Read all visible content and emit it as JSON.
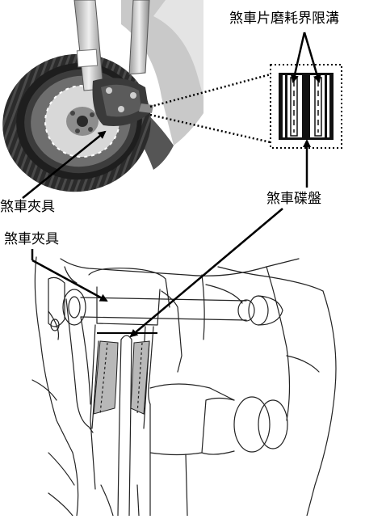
{
  "labels": {
    "pad_wear_groove": "煞車片磨耗界限溝",
    "brake_caliper_top": "煞車夾具",
    "brake_disc": "煞車碟盤",
    "brake_caliper_bottom": "煞車夾具"
  },
  "colors": {
    "line": "#000000",
    "sketch_line": "#222222",
    "pad_fill": "#b8b8b8",
    "photo_dark": "#2a2a2a",
    "photo_mid": "#7a7a7a",
    "photo_light": "#d6d6d6"
  },
  "icons": {
    "arrow": "arrowhead-triangle"
  }
}
